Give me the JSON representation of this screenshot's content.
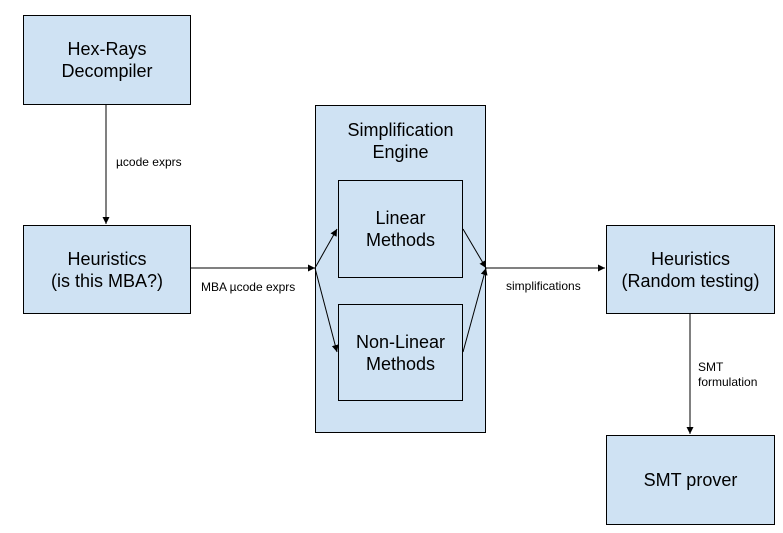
{
  "nodes": {
    "hexrays": {
      "line1": "Hex-Rays",
      "line2": "Decompiler"
    },
    "heuristics_mba": {
      "line1": "Heuristics",
      "line2": "(is this MBA?)"
    },
    "engine": {
      "line1": "Simplification",
      "line2": "Engine"
    },
    "linear": {
      "line1": "Linear",
      "line2": "Methods"
    },
    "nonlinear": {
      "line1": "Non-Linear",
      "line2": "Methods"
    },
    "heuristics_random": {
      "line1": "Heuristics",
      "line2": "(Random testing)"
    },
    "smt_prover": {
      "line1": "SMT prover"
    }
  },
  "edges": {
    "ucode": "µcode exprs",
    "mba_ucode": "MBA µcode exprs",
    "simplifications": "simplifications",
    "smt_line1": "SMT",
    "smt_line2": "formulation"
  },
  "colors": {
    "box_fill": "#cfe2f3",
    "stroke": "#000000"
  }
}
